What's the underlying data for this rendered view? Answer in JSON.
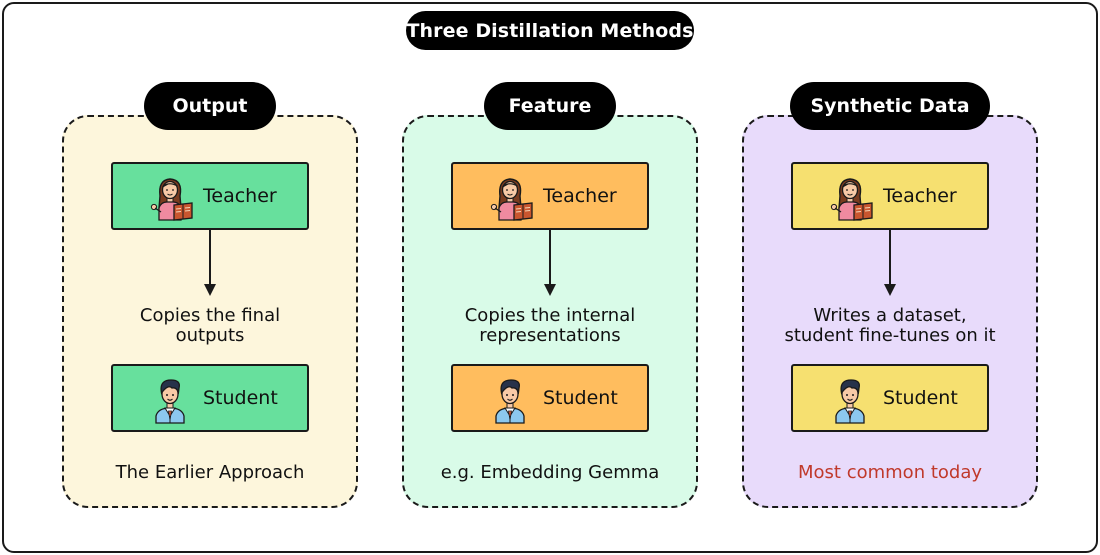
{
  "title": "Three Distillation Methods",
  "colors": {
    "panel_bg": [
      "#fdf6dc",
      "#d9fbe8",
      "#e8dbfb"
    ],
    "box_bg": [
      "#67e09d",
      "#ffbd5e",
      "#f6e070"
    ],
    "accent": "#c0392b"
  },
  "panels": [
    {
      "label": "Output",
      "teacher": "Teacher",
      "description_line1": "Copies the final",
      "description_line2": "outputs",
      "student": "Student",
      "footer": "The Earlier Approach"
    },
    {
      "label": "Feature",
      "teacher": "Teacher",
      "description_line1": "Copies the internal",
      "description_line2": "representations",
      "student": "Student",
      "footer": "e.g. Embedding Gemma"
    },
    {
      "label": "Synthetic Data",
      "teacher": "Teacher",
      "description_line1": "Writes a dataset,",
      "description_line2": "student fine-tunes on it",
      "student": "Student",
      "footer": "Most common today"
    }
  ],
  "icons": [
    "teacher-icon",
    "student-icon",
    "arrow-down-icon"
  ]
}
